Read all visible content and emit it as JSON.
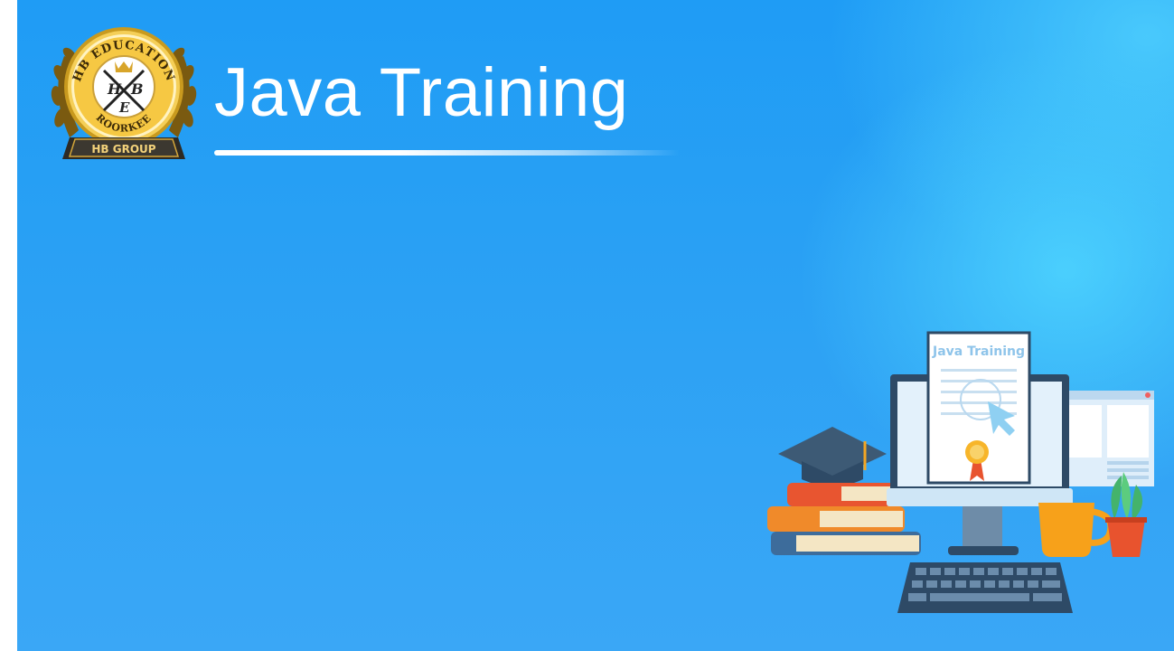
{
  "header": {
    "title": "Java Training"
  },
  "logo": {
    "arc_top": "HB EDUCATION",
    "arc_bottom": "ROORKEE",
    "ribbon": "HB GROUP",
    "monogram_h": "H",
    "monogram_b": "B",
    "monogram_e": "E"
  },
  "illustration": {
    "certificate_title": "Java Training"
  },
  "colors": {
    "background": "#2aa0f4",
    "title": "#ffffff",
    "gold": "#f3c23a",
    "dark_navy": "#2e4a66",
    "mug": "#f7a11a",
    "plant_pot": "#e8532e"
  }
}
